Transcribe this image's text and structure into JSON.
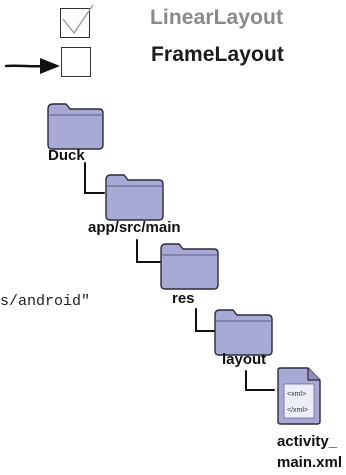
{
  "checklist": {
    "items": [
      {
        "label": "LinearLayout",
        "checked": true,
        "selected": false,
        "color": "#8a8a8a"
      },
      {
        "label": "FrameLayout",
        "checked": false,
        "selected": true,
        "color": "#1b1b1b"
      }
    ]
  },
  "code_fragment": "s/android\"",
  "tree": {
    "nodes": [
      {
        "label": "Duck",
        "icon": "folder-icon"
      },
      {
        "label": "app/src/main",
        "icon": "folder-icon"
      },
      {
        "label": "res",
        "icon": "folder-icon"
      },
      {
        "label": "layout",
        "icon": "folder-icon"
      },
      {
        "label_line1": "activity_",
        "label_line2": "main.xml",
        "icon": "xml-file-icon",
        "file_tags": [
          "<xml>",
          "</xml>"
        ]
      }
    ]
  },
  "colors": {
    "folder_fill": "#a8a9d4",
    "folder_stroke": "#2a2a3a",
    "connector": "#111111"
  }
}
